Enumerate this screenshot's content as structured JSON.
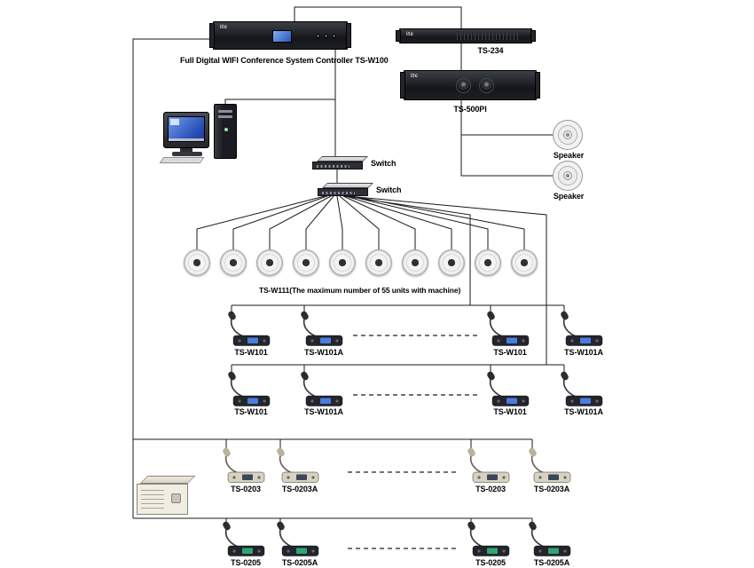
{
  "brand": "itc",
  "controller": {
    "label": "Full Digital WIFI Conference System Controller TS-W100"
  },
  "ts234": {
    "label": "TS-234"
  },
  "ts500pi": {
    "label": "TS-500PI"
  },
  "speakers": {
    "labels": [
      "Speaker",
      "Speaker"
    ]
  },
  "switches": {
    "labels": [
      "Switch",
      "Switch"
    ]
  },
  "ceiling_row": {
    "label": "TS-W111(The maximum number of 55 units with machine)"
  },
  "mic_rows": [
    {
      "labels": [
        "TS-W101",
        "TS-W101A",
        "TS-W101",
        "TS-W101A"
      ]
    },
    {
      "labels": [
        "TS-W101",
        "TS-W101A",
        "TS-W101",
        "TS-W101A"
      ]
    },
    {
      "labels": [
        "TS-0203",
        "TS-0203A",
        "TS-0203",
        "TS-0203A"
      ]
    },
    {
      "labels": [
        "TS-0205",
        "TS-0205A",
        "TS-0205",
        "TS-0205A"
      ]
    }
  ],
  "colors": {
    "line": "#1a1a1a",
    "device_black": "#17191d",
    "screen_blue": "#4a7de0",
    "mic_beige": "#d8d2c0",
    "mic_screen_green": "#2fa573"
  }
}
